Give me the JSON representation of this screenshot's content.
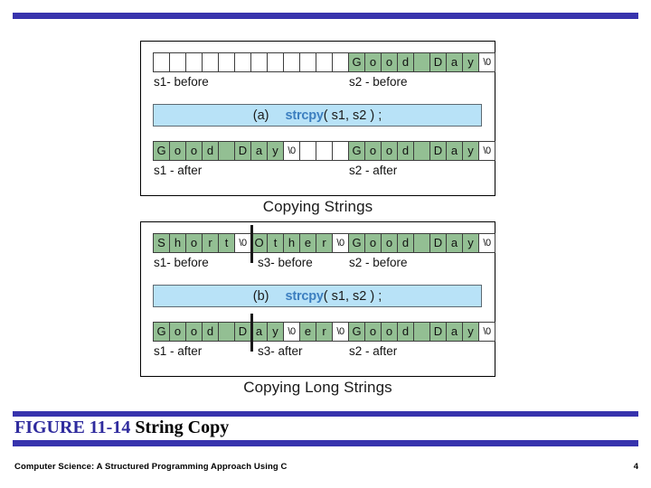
{
  "slide": {
    "figure_title_number": "FIGURE 11-14",
    "figure_title_text": "String Copy",
    "footer_text": "Computer Science: A Structured Programming Approach Using C",
    "page_number": "4",
    "accent_color": "#3733ad",
    "cell_fill_color": "#93bf93",
    "call_bar_color": "#b8e2f7",
    "function_color": "#3c7fc0"
  },
  "panels": [
    {
      "id": "a",
      "caption": "Copying Strings",
      "before": {
        "left": {
          "label": "s1- before",
          "cells": [
            {
              "t": "",
              "g": false
            },
            {
              "t": "",
              "g": false
            },
            {
              "t": "",
              "g": false
            },
            {
              "t": "",
              "g": false
            },
            {
              "t": "",
              "g": false
            },
            {
              "t": "",
              "g": false
            },
            {
              "t": "",
              "g": false
            },
            {
              "t": "",
              "g": false
            },
            {
              "t": "",
              "g": false
            },
            {
              "t": "",
              "g": false
            },
            {
              "t": "",
              "g": false
            },
            {
              "t": "",
              "g": false
            }
          ]
        },
        "right": {
          "label": "s2 - before",
          "cells": [
            {
              "t": "G",
              "g": true
            },
            {
              "t": "o",
              "g": true
            },
            {
              "t": "o",
              "g": true
            },
            {
              "t": "d",
              "g": true
            },
            {
              "t": "",
              "g": true
            },
            {
              "t": "D",
              "g": true
            },
            {
              "t": "a",
              "g": true
            },
            {
              "t": "y",
              "g": true
            },
            {
              "t": "\\0",
              "g": false
            }
          ]
        }
      },
      "call": {
        "tag": "(a)",
        "fn": "strcpy",
        "args": "( s1, s2 ) ;"
      },
      "after": {
        "left": {
          "label": "s1 - after",
          "cells": [
            {
              "t": "G",
              "g": true
            },
            {
              "t": "o",
              "g": true
            },
            {
              "t": "o",
              "g": true
            },
            {
              "t": "d",
              "g": true
            },
            {
              "t": "",
              "g": true
            },
            {
              "t": "D",
              "g": true
            },
            {
              "t": "a",
              "g": true
            },
            {
              "t": "y",
              "g": true
            },
            {
              "t": "\\0",
              "g": false
            },
            {
              "t": "",
              "g": false
            },
            {
              "t": "",
              "g": false
            },
            {
              "t": "",
              "g": false
            }
          ]
        },
        "right": {
          "label": "s2 - after",
          "cells": [
            {
              "t": "G",
              "g": true
            },
            {
              "t": "o",
              "g": true
            },
            {
              "t": "o",
              "g": true
            },
            {
              "t": "d",
              "g": true
            },
            {
              "t": "",
              "g": true
            },
            {
              "t": "D",
              "g": true
            },
            {
              "t": "a",
              "g": true
            },
            {
              "t": "y",
              "g": true
            },
            {
              "t": "\\0",
              "g": false
            }
          ]
        }
      }
    },
    {
      "id": "b",
      "caption": "Copying Long Strings",
      "before": {
        "left": {
          "label": "s1- before",
          "label2": "s3- before",
          "cells": [
            {
              "t": "S",
              "g": true
            },
            {
              "t": "h",
              "g": true
            },
            {
              "t": "o",
              "g": true
            },
            {
              "t": "r",
              "g": true
            },
            {
              "t": "t",
              "g": true
            },
            {
              "t": "\\0",
              "g": false
            },
            {
              "t": "O",
              "g": true
            },
            {
              "t": "t",
              "g": true
            },
            {
              "t": "h",
              "g": true
            },
            {
              "t": "e",
              "g": true
            },
            {
              "t": "r",
              "g": true
            },
            {
              "t": "\\0",
              "g": false
            }
          ]
        },
        "right": {
          "label": "s2 - before",
          "cells": [
            {
              "t": "G",
              "g": true
            },
            {
              "t": "o",
              "g": true
            },
            {
              "t": "o",
              "g": true
            },
            {
              "t": "d",
              "g": true
            },
            {
              "t": "",
              "g": true
            },
            {
              "t": "D",
              "g": true
            },
            {
              "t": "a",
              "g": true
            },
            {
              "t": "y",
              "g": true
            },
            {
              "t": "\\0",
              "g": false
            }
          ]
        }
      },
      "call": {
        "tag": "(b)",
        "fn": "strcpy",
        "args": "( s1, s2 ) ;"
      },
      "after": {
        "left": {
          "label": "s1 - after",
          "label2": "s3- after",
          "cells": [
            {
              "t": "G",
              "g": true
            },
            {
              "t": "o",
              "g": true
            },
            {
              "t": "o",
              "g": true
            },
            {
              "t": "d",
              "g": true
            },
            {
              "t": "",
              "g": true
            },
            {
              "t": "D",
              "g": true
            },
            {
              "t": "a",
              "g": true
            },
            {
              "t": "y",
              "g": true
            },
            {
              "t": "\\0",
              "g": false
            },
            {
              "t": "e",
              "g": true
            },
            {
              "t": "r",
              "g": true
            },
            {
              "t": "\\0",
              "g": false
            }
          ]
        },
        "right": {
          "label": "s2 - after",
          "cells": [
            {
              "t": "G",
              "g": true
            },
            {
              "t": "o",
              "g": true
            },
            {
              "t": "o",
              "g": true
            },
            {
              "t": "d",
              "g": true
            },
            {
              "t": "",
              "g": true
            },
            {
              "t": "D",
              "g": true
            },
            {
              "t": "a",
              "g": true
            },
            {
              "t": "y",
              "g": true
            },
            {
              "t": "\\0",
              "g": false
            }
          ]
        }
      }
    }
  ]
}
